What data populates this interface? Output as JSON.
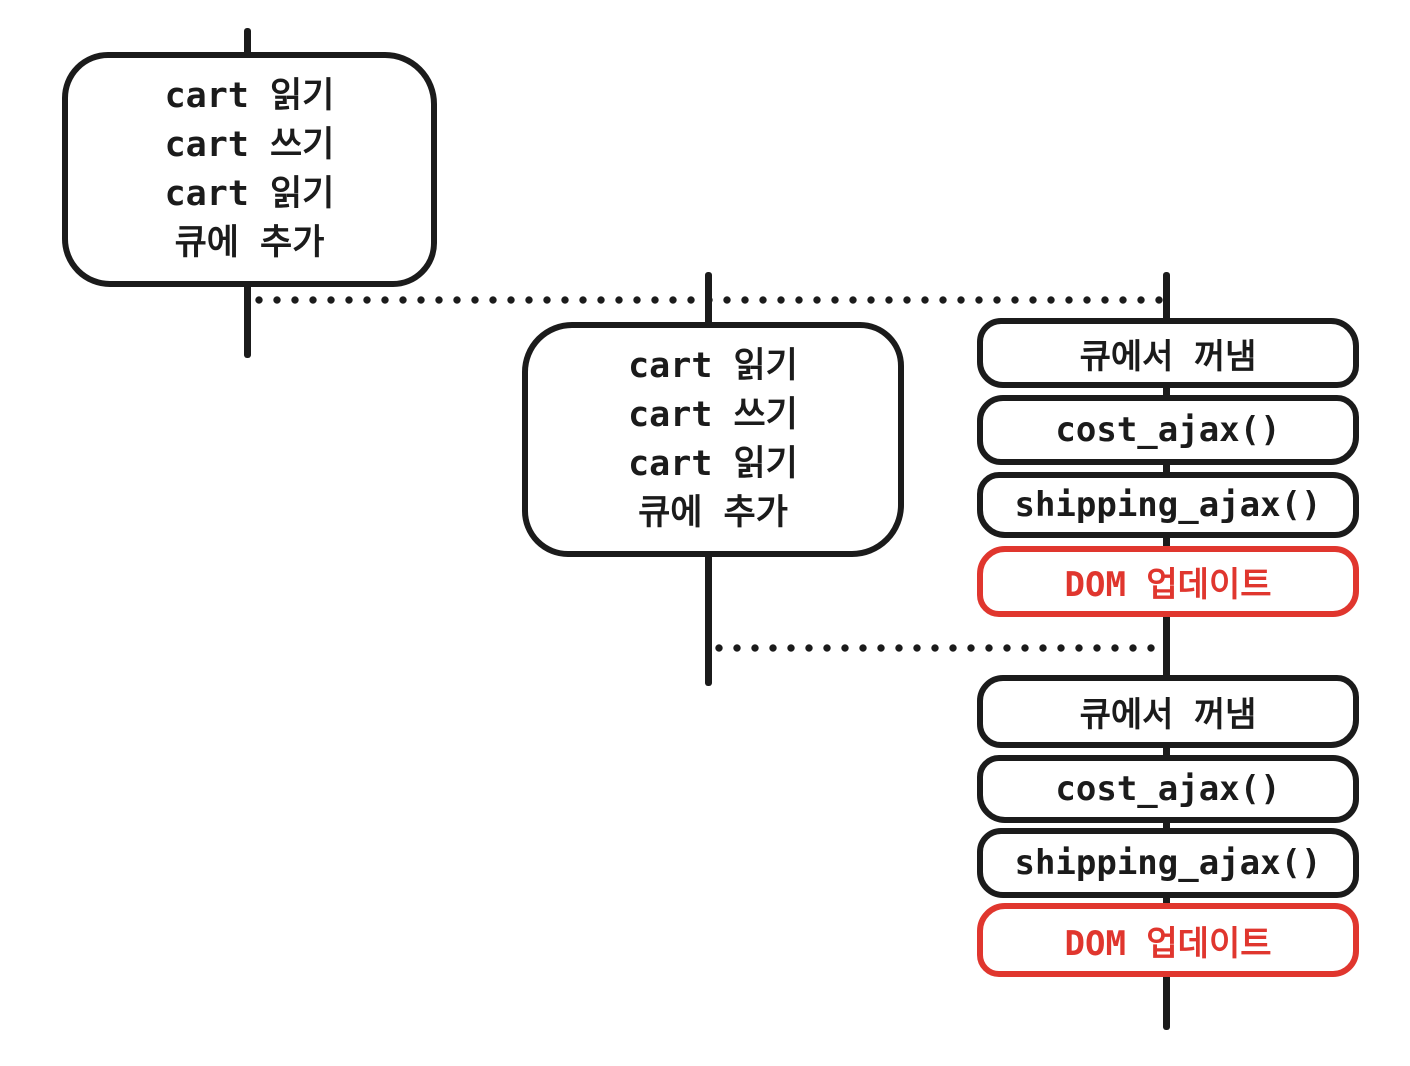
{
  "colors": {
    "ink": "#1b1b1b",
    "red": "#e0362e",
    "background": "#ffffff"
  },
  "main_thread": {
    "task_box_1": {
      "lines": [
        "cart 읽기",
        "cart 쓰기",
        "cart 읽기",
        "큐에 추가"
      ]
    },
    "task_box_2": {
      "lines": [
        "cart 읽기",
        "cart 쓰기",
        "cart 읽기",
        "큐에 추가"
      ]
    }
  },
  "queue_runs": [
    {
      "steps": [
        {
          "label": "큐에서 꺼냄",
          "accent": "black"
        },
        {
          "label": "cost_ajax()",
          "accent": "black"
        },
        {
          "label": "shipping_ajax()",
          "accent": "black"
        },
        {
          "label": "DOM 업데이트",
          "accent": "red"
        }
      ]
    },
    {
      "steps": [
        {
          "label": "큐에서 꺼냄",
          "accent": "black"
        },
        {
          "label": "cost_ajax()",
          "accent": "black"
        },
        {
          "label": "shipping_ajax()",
          "accent": "black"
        },
        {
          "label": "DOM 업데이트",
          "accent": "red"
        }
      ]
    }
  ]
}
